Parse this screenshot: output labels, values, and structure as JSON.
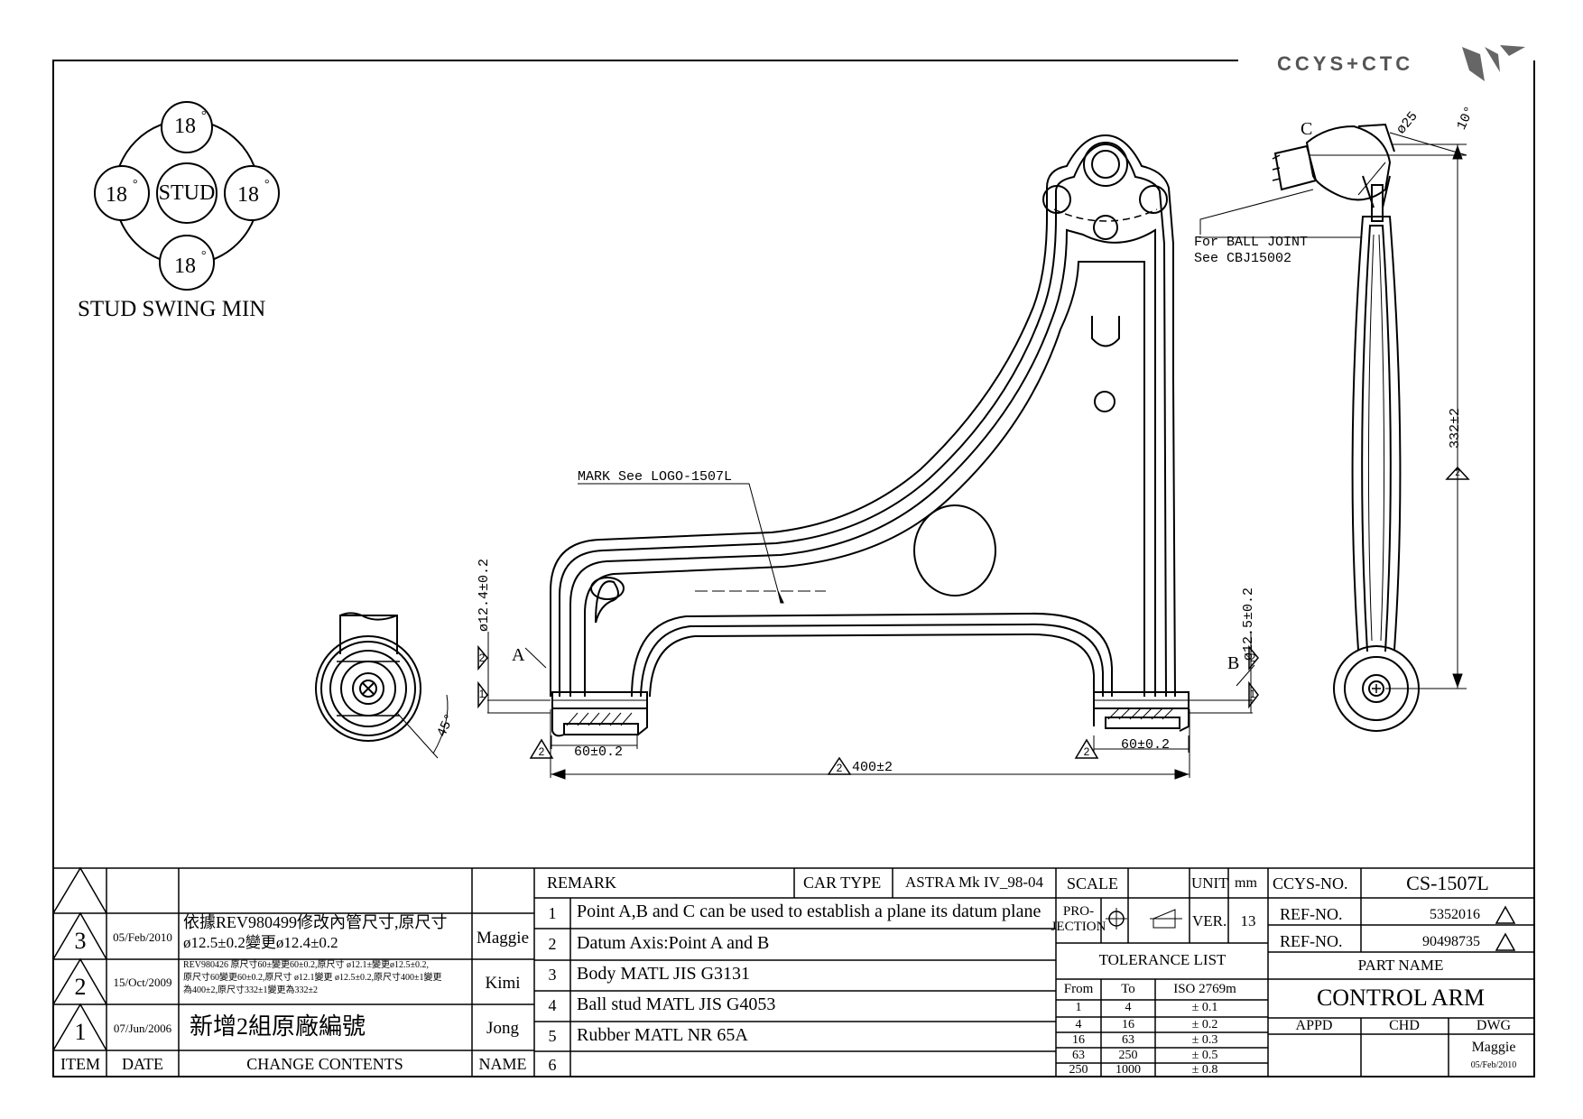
{
  "brand": {
    "logo_text": "CCYS+CTC"
  },
  "stud_swing": {
    "angle_top": "18",
    "angle_left": "18",
    "angle_right": "18",
    "angle_bottom": "18",
    "degree_mark": "°",
    "center": "STUD",
    "caption": "STUD SWING MIN"
  },
  "notes": {
    "ball_joint_line1": "For BALL JOINT",
    "ball_joint_line2": "See CBJ15002",
    "mark": "MARK See LOGO-1507L"
  },
  "dims": {
    "dia_a": "ø12.4±0.2",
    "dia_b": "ø12.5±0.2",
    "dia_c": "ø25",
    "angle_c": "10°",
    "angle_bush": "45°",
    "w_a": "60±0.2",
    "w_b": "60±0.2",
    "span": "400±2",
    "height": "332±2"
  },
  "points": {
    "a": "A",
    "b": "B",
    "c": "C"
  },
  "flags": {
    "one": "1",
    "two": "2"
  },
  "revisions": [
    {
      "item": "3",
      "date": "05/Feb/2010",
      "content_line1": "依據REV980499修改內管尺寸,原尺寸",
      "content_line2": "ø12.5±0.2變更ø12.4±0.2",
      "name": "Maggie"
    },
    {
      "item": "2",
      "date": "15/Oct/2009",
      "content_line1": "REV980426 原尺寸60±變更60±0.2,原尺寸 ø12.1±變更ø12.5±0.2,",
      "content_line2": "原尺寸60變更60±0.2,原尺寸 ø12.1變更 ø12.5±0.2,原尺寸400±1變更",
      "content_line3": "為400±2,原尺寸332±1變更為332±2",
      "name": "Kimi"
    },
    {
      "item": "1",
      "date": "07/Jun/2006",
      "content_line1": "新增2組原廠編號",
      "name": "Jong"
    }
  ],
  "revision_headers": {
    "item": "ITEM",
    "date": "DATE",
    "content": "CHANGE CONTENTS",
    "name": "NAME"
  },
  "remarks": {
    "header": "REMARK",
    "car_type_label": "CAR TYPE",
    "car_type": "ASTRA Mk IV_98-04",
    "rows": [
      {
        "n": "1",
        "text": "Point A,B and C can be used to establish a plane its datum plane"
      },
      {
        "n": "2",
        "text": "Datum Axis:Point A and B"
      },
      {
        "n": "3",
        "text": "Body MATL JIS G3131"
      },
      {
        "n": "4",
        "text": "Ball stud MATL JIS G4053"
      },
      {
        "n": "5",
        "text": "Rubber MATL NR 65A"
      },
      {
        "n": "6",
        "text": ""
      }
    ]
  },
  "spec": {
    "scale_label": "SCALE",
    "unit_label": "UNIT",
    "unit": "mm",
    "projection_label_1": "PRO-",
    "projection_label_2": "JECTION",
    "ver_label": "VER.",
    "ver": "13",
    "tolerance_title": "TOLERANCE LIST",
    "tol_headers": {
      "from": "From",
      "to": "To",
      "iso": "ISO 2769m"
    },
    "tol_rows": [
      {
        "from": "1",
        "to": "4",
        "tol": "± 0.1"
      },
      {
        "from": "4",
        "to": "16",
        "tol": "± 0.2"
      },
      {
        "from": "16",
        "to": "63",
        "tol": "± 0.3"
      },
      {
        "from": "63",
        "to": "250",
        "tol": "± 0.5"
      },
      {
        "from": "250",
        "to": "1000",
        "tol": "± 0.8"
      }
    ]
  },
  "title_block": {
    "ccys_label": "CCYS-NO.",
    "ccys_no": "CS-1507L",
    "ref_label_1": "REF-NO.",
    "ref_no_1": "5352016",
    "ref_label_2": "REF-NO.",
    "ref_no_2": "90498735",
    "part_name_label": "PART NAME",
    "part_name": "CONTROL ARM",
    "appd": "APPD",
    "chd": "CHD",
    "dwg": "DWG",
    "drawn_by": "Maggie",
    "drawn_date": "05/Feb/2010"
  }
}
